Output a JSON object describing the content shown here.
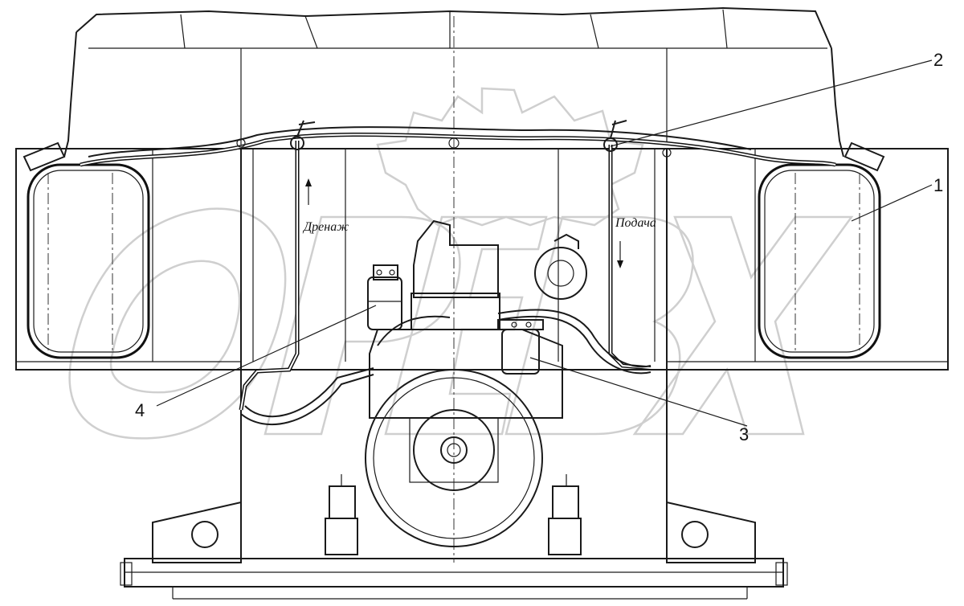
{
  "labels": {
    "drain": "Дренаж",
    "supply": "Подача"
  },
  "callouts": [
    {
      "id": "1",
      "text": "1"
    },
    {
      "id": "2",
      "text": "2"
    },
    {
      "id": "3",
      "text": "3"
    },
    {
      "id": "4",
      "text": "4"
    }
  ],
  "colors": {
    "line": "#1a1a1a",
    "watermark": "#cfcfcf",
    "background": "#ffffff"
  }
}
